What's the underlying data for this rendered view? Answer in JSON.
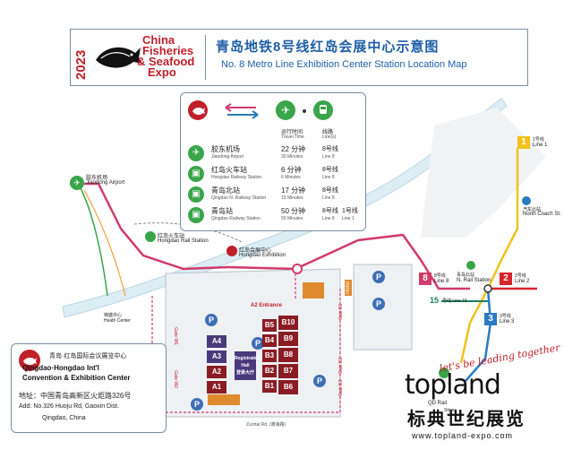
{
  "header": {
    "logo_year": "2023",
    "logo_line1": "China",
    "logo_line2": "Fisheries",
    "logo_line3": "& Seafood",
    "logo_line4": "Expo",
    "title_cn": "青岛地铁8号线红岛会展中心示意图",
    "title_en": "No. 8 Metro Line Exhibition Center Station Location Map"
  },
  "legend": {
    "col_time_cn": "运行时间",
    "col_time_en": "Travel Time",
    "col_line_cn": "线路",
    "col_line_en": "Line(s)",
    "rows": [
      {
        "cn": "胶东机场",
        "en": "Jiaodong Airport",
        "time_cn": "22 分钟",
        "time_en": "30 Minutes",
        "line_cn": "8号线",
        "line_en": "Line 8"
      },
      {
        "cn": "红岛火车站",
        "en": "Hongdao Railway Station",
        "time_cn": "6 分钟",
        "time_en": "6 Minutes",
        "line_cn": "8号线",
        "line_en": "Line 8"
      },
      {
        "cn": "青岛北站",
        "en": "Qingdao N. Railway Station",
        "time_cn": "17 分钟",
        "time_en": "15 Minutes",
        "line_cn": "8号线",
        "line_en": "Line 8"
      },
      {
        "cn": "青岛站",
        "en": "Qingdao Railway Station",
        "time_cn": "50 分钟",
        "time_en": "50 Minutes",
        "line_cn": "8号线",
        "line_en": "Line 8",
        "line2_cn": "1号线",
        "line2_en": "Line 1"
      }
    ]
  },
  "map_labels": {
    "airport_cn": "胶东机场",
    "airport_en": "Jiaodong Airport",
    "rail_cn": "红岛火车站",
    "rail_en": "Hongdao Rail Station",
    "exh_cn": "红岛会展中心",
    "exh_en": "Hongdao Exhibition",
    "north_cn": "青岛北站",
    "north_en": "N. Rail Station",
    "coach_cn": "汽车北站",
    "coach_en": "North Coach St.",
    "heath_cn": "锦盛中心",
    "heath_en": "Heath Center",
    "line1_cn": "1号线",
    "line1_en": "Line 1",
    "line2_cn": "2号线",
    "line2_en": "Line 2",
    "line3_cn": "3号线",
    "line3_en": "Line 3",
    "line8_cn": "8号线",
    "line8_en": "Line 8",
    "line15_badge": "15",
    "line15_text": "号线 Line 15",
    "line1_num": "1",
    "line2_num": "2",
    "line3_num": "3",
    "line8_num": "8",
    "gate_w1": "Gate W1",
    "gate_w2": "Gate W2",
    "gate_e1": "Gate E1",
    "gate_e2": "Gate E2",
    "gate_e3": "Gate E3",
    "entrance": "A2 Entrance",
    "hotel": "Hotel",
    "zunhai_rd": "Zunhai Rd. (遵海路)",
    "qd_rail": "QD Rail",
    "station": "Stion"
  },
  "halls": {
    "a": [
      "A4",
      "A3",
      "A2",
      "A1"
    ],
    "b_left": [
      "B5",
      "B4",
      "B3",
      "B2",
      "B1"
    ],
    "b_right": [
      "B10",
      "B9",
      "B8",
      "B7",
      "B6"
    ],
    "reg_cn": "登录大厅",
    "reg_en": "Registration Hall"
  },
  "venue": {
    "name_cn": "青岛·红岛国际会议展览中心",
    "name_en1": "Qingdao·Hongdao Int'l",
    "name_en2": "Convention & Exhibition Center",
    "addr_cn": "地址：中国青岛高新区火炬路326号",
    "addr_en1": "Add: No.326 Huoju Rd, Gaoxin Dist.",
    "addr_en2": "Qingdao, China"
  },
  "watermark": {
    "script": "let's be leading together",
    "brand": "topland",
    "cn": "标典世纪展览",
    "url": "www.topland-expo.com"
  },
  "colors": {
    "line8": "#d23a6b",
    "line1": "#f2c21b",
    "line2": "#d8232a",
    "line3": "#2b7bc1",
    "river": "#d9edf5",
    "green": "#3aa54a",
    "brand_red": "#c0202a"
  }
}
